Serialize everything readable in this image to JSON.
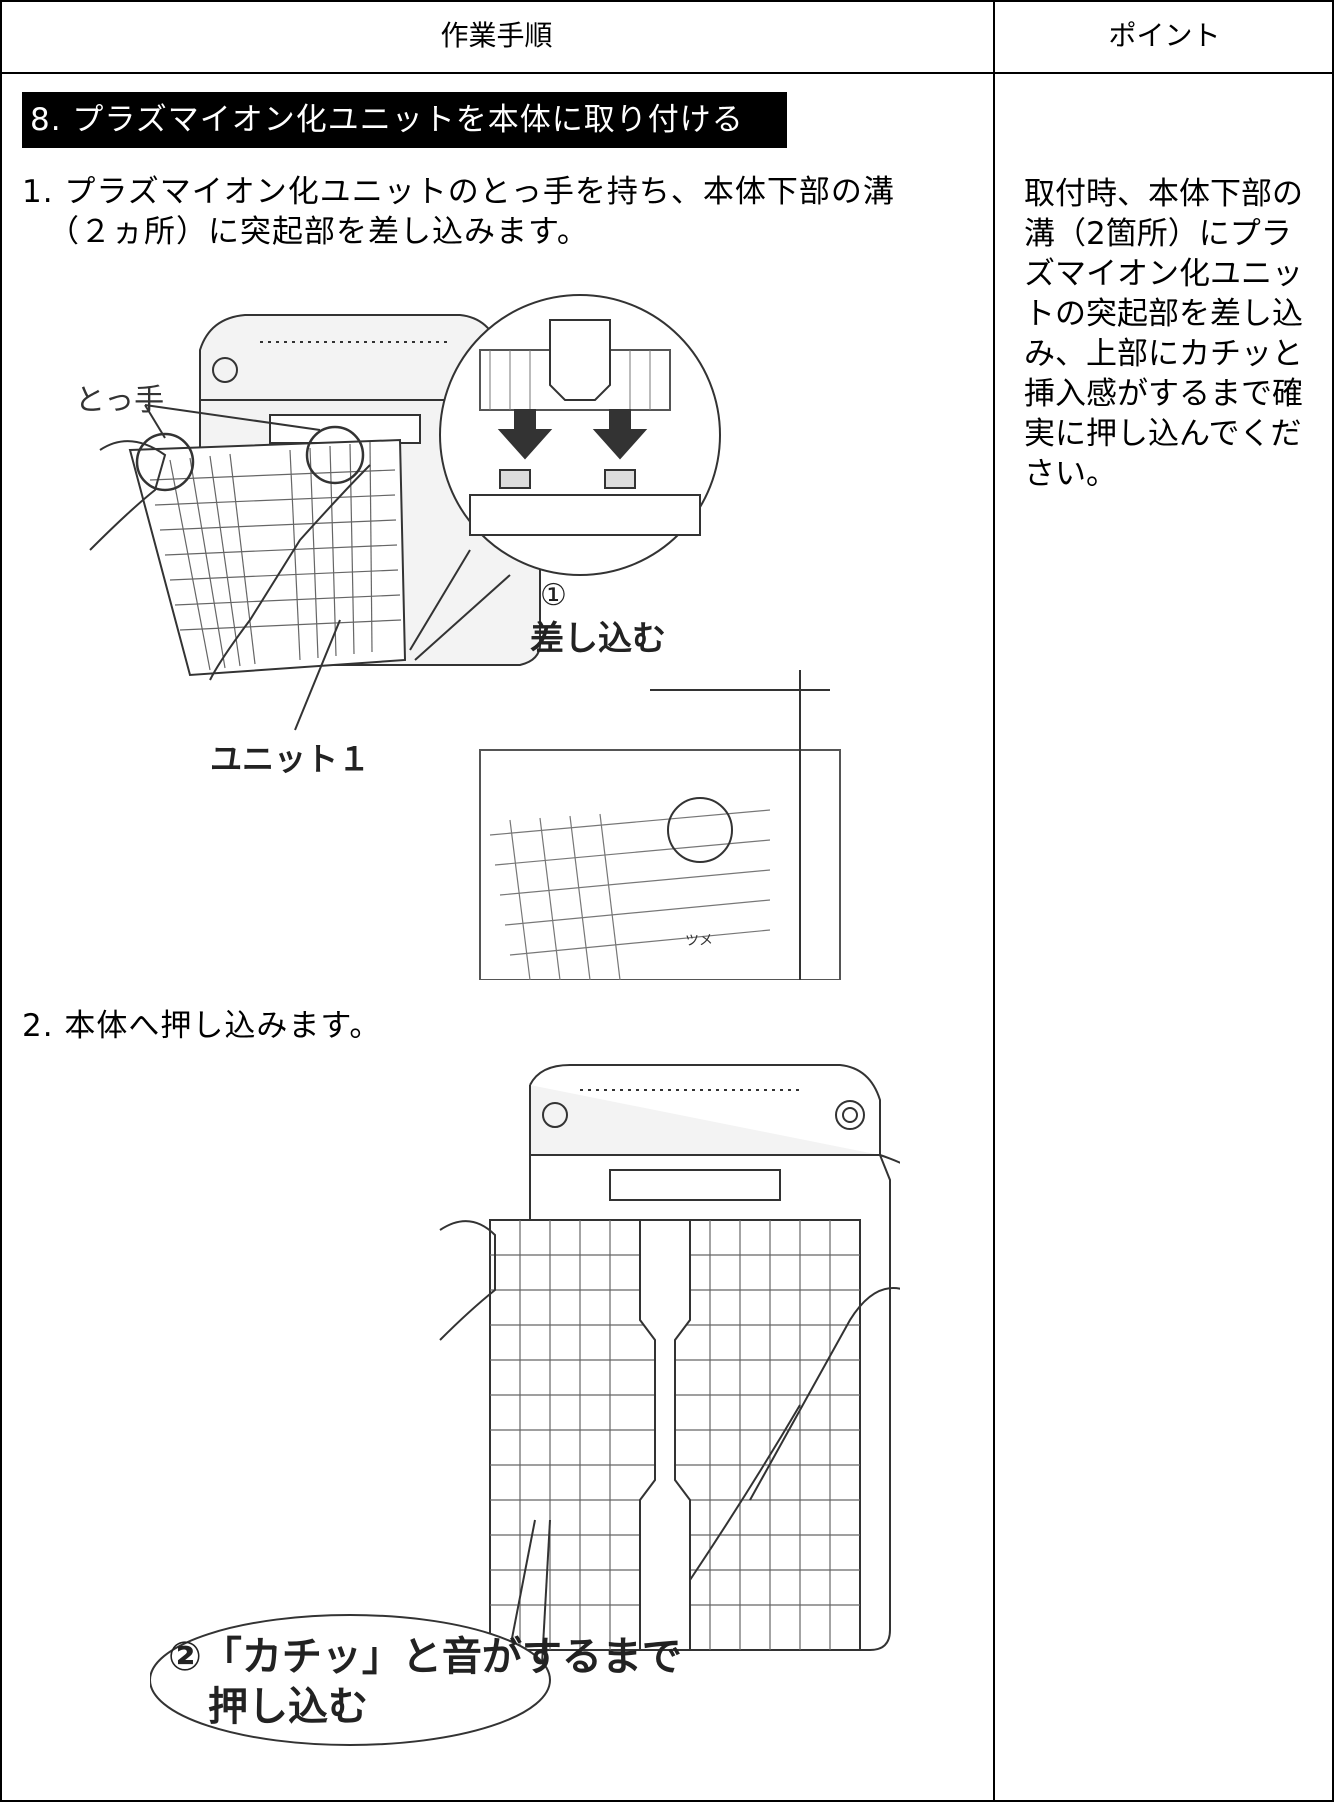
{
  "header": {
    "col_procedure": "作業手順",
    "col_point": "ポイント"
  },
  "section": {
    "title": "8. プラズマイオン化ユニットを本体に取り付ける"
  },
  "steps": [
    {
      "line1": "1. プラズマイオン化ユニットのとっ手を持ち、本体下部の溝",
      "line2": "（２ヵ所）に突起部を差し込みます。"
    },
    {
      "line1": "2. 本体へ押し込みます。"
    }
  ],
  "figure1": {
    "handle_label": "とっ手",
    "unit_label": "ユニット１",
    "insert_num": "①",
    "insert_label": "差し込む",
    "claw_label": "ツメ"
  },
  "figure2": {
    "callout_line1": "②「カチッ」と音がするまで",
    "callout_line2": "押し込む"
  },
  "point": {
    "lines": [
      "取付時、本体下部の",
      "溝（2箇所）にプラ",
      "ズマイオン化ユニッ",
      "トの突起部を差し込",
      "み、上部にカチッと",
      "挿入感がするまで確",
      "実に押し込んでくだ",
      "さい。"
    ]
  }
}
